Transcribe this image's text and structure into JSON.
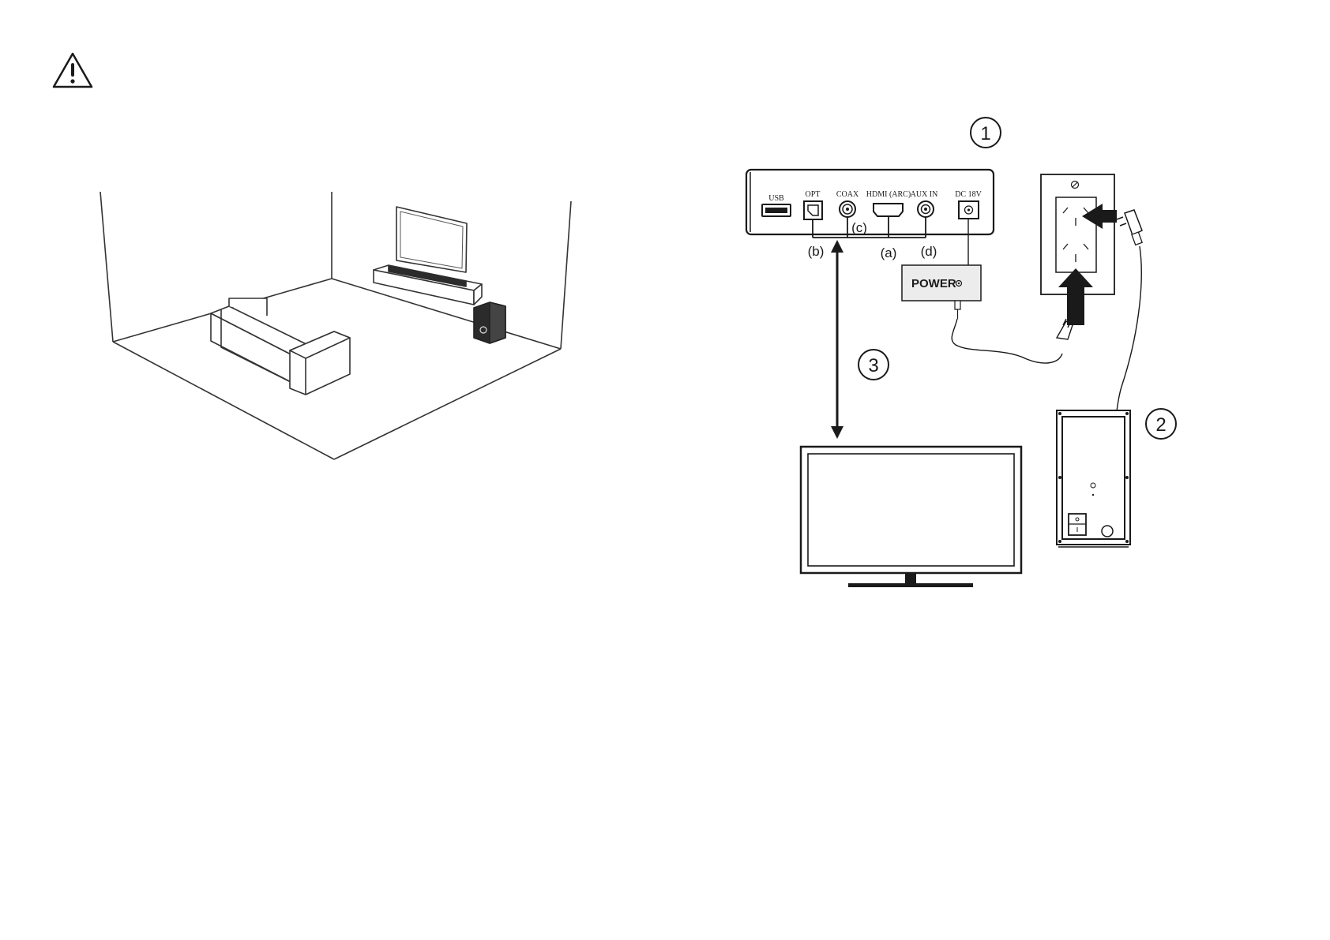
{
  "ports": {
    "usb": "USB",
    "opt": "OPT",
    "coax": "COAX",
    "hdmi": "HDMI (ARC)",
    "aux": "AUX IN",
    "dc": "DC 18V"
  },
  "labels": {
    "a": "(a)",
    "b": "(b)",
    "c": "(c)",
    "d": "(d)"
  },
  "steps": {
    "one": "1",
    "two": "2",
    "three": "3"
  },
  "adapter": {
    "label": "POWER"
  },
  "colors": {
    "ink": "#1a1a1a",
    "adapter_fill": "#ececec",
    "subwoofer_fill": "#2b2b2b"
  }
}
